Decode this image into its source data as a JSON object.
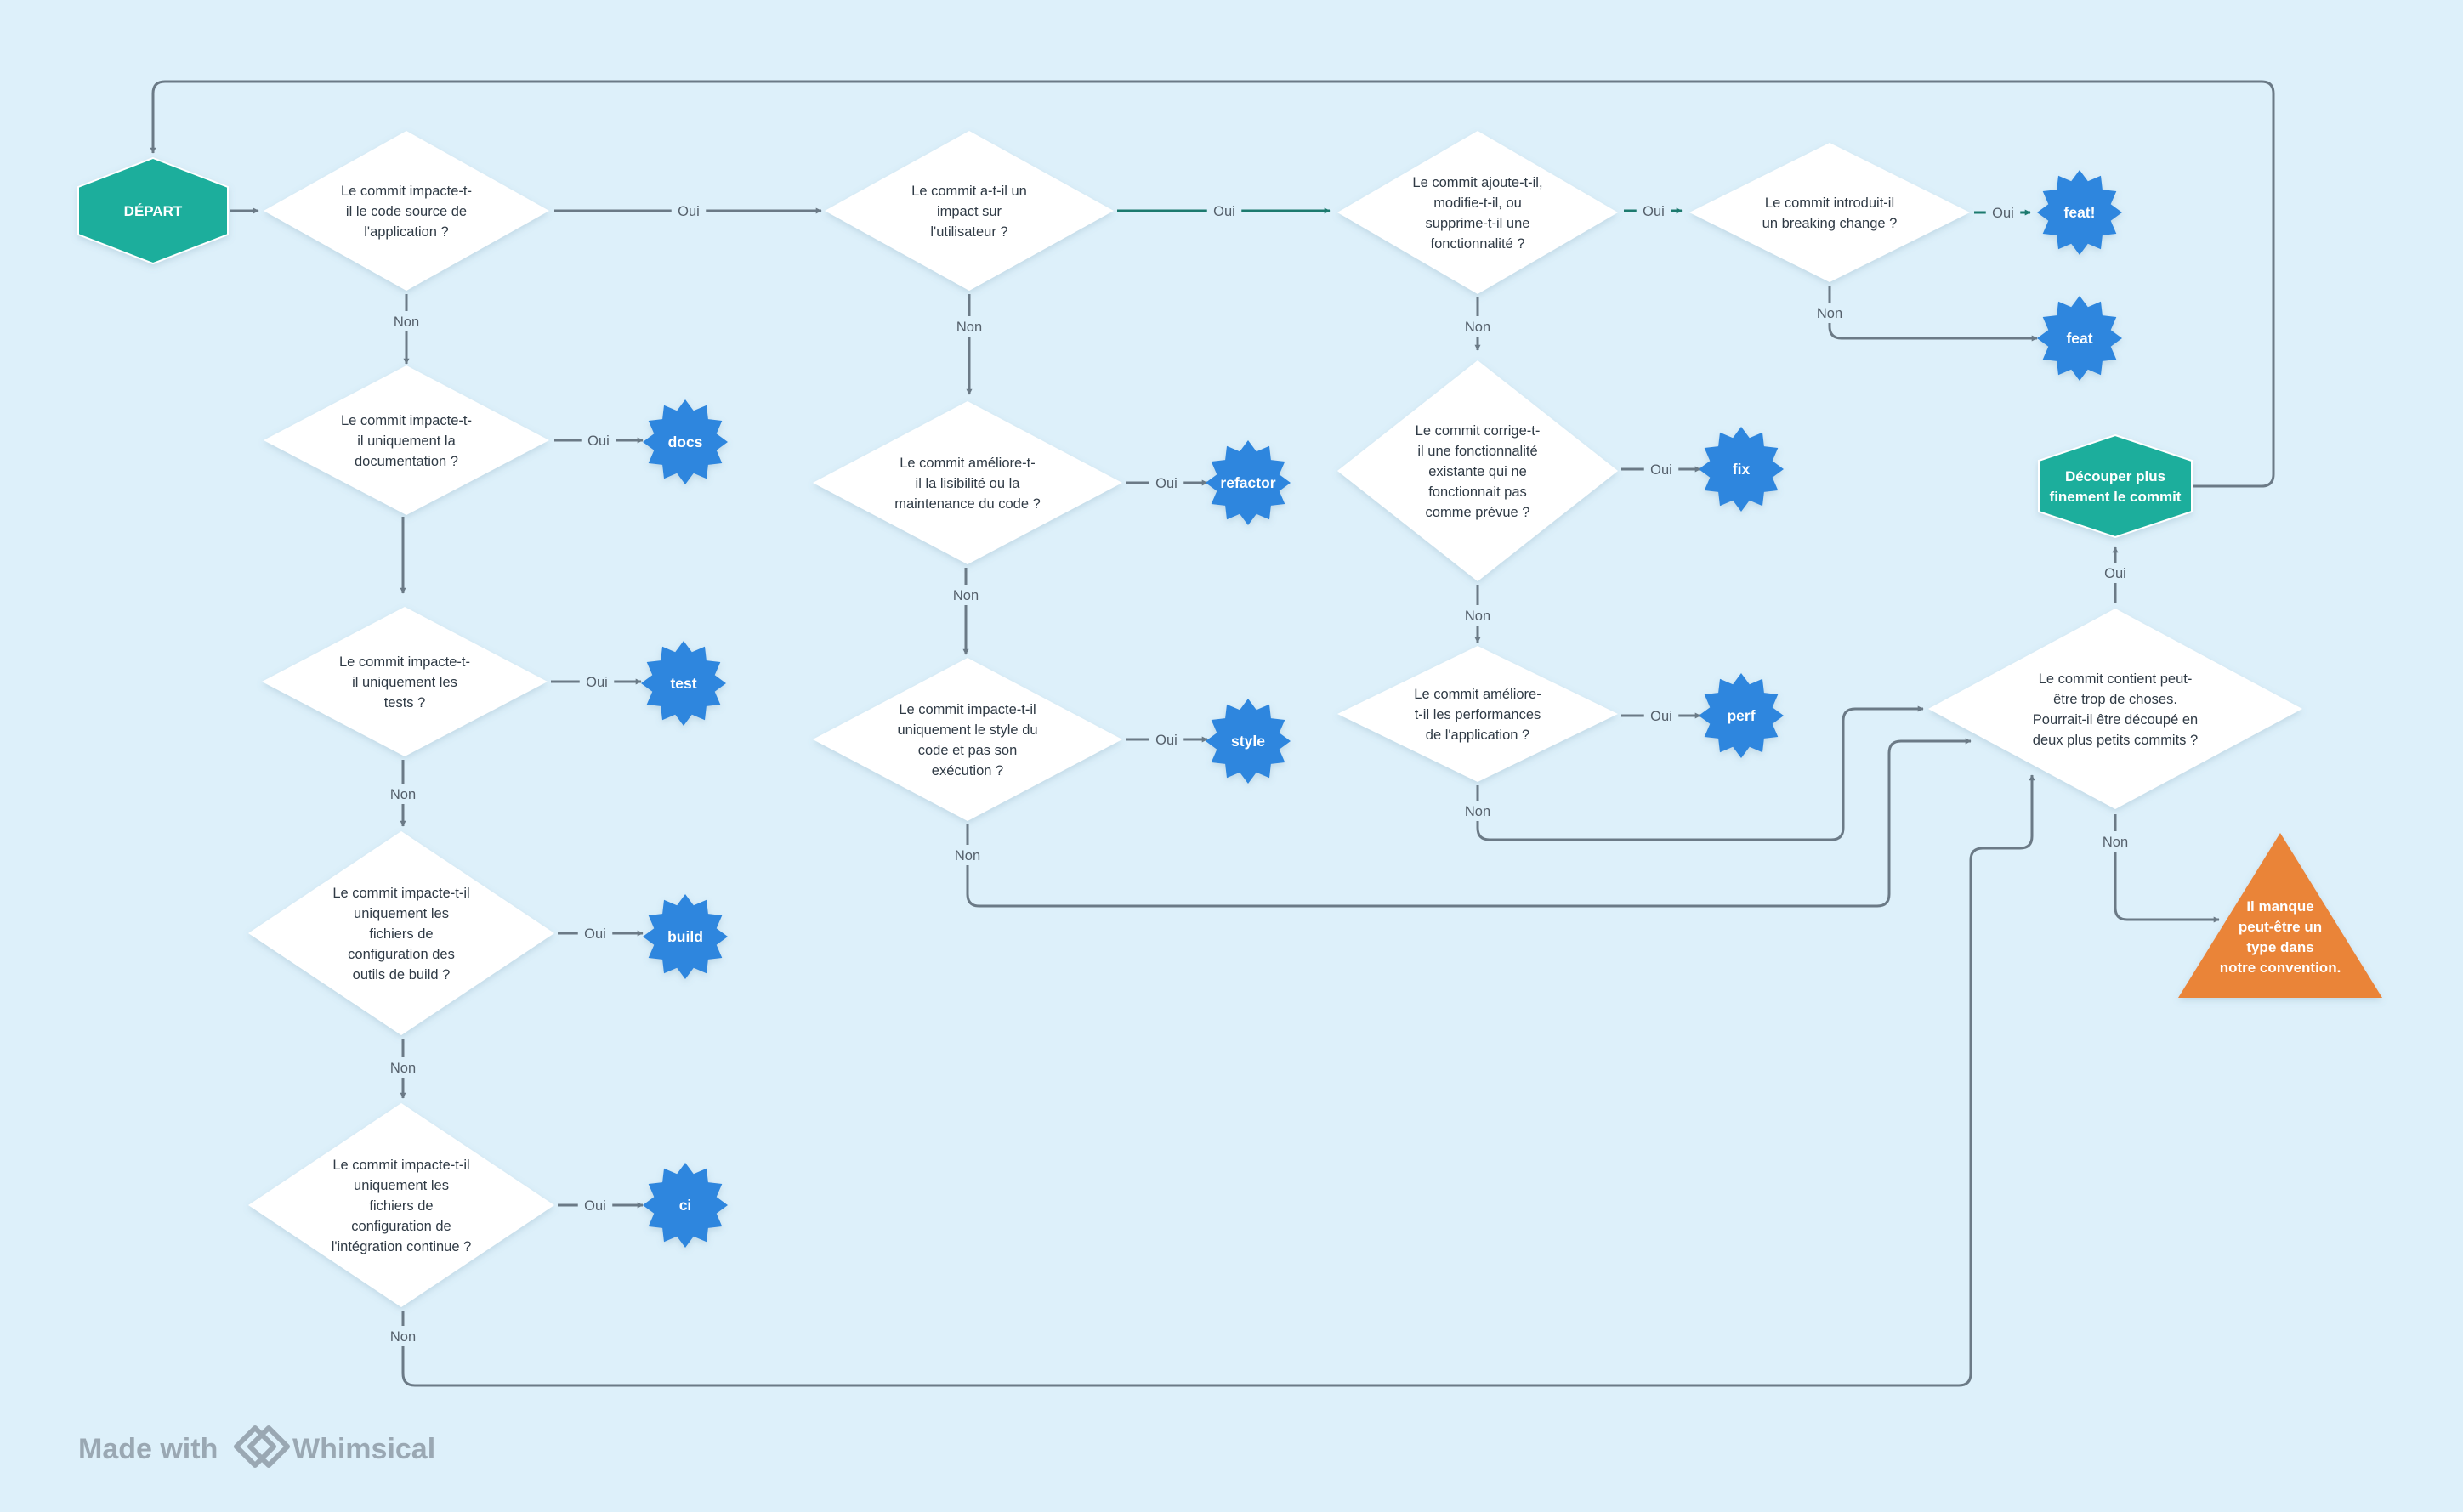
{
  "colors": {
    "background": "#ddf0fa",
    "connector": "#6b7a86",
    "connector_accent": "#1c7a6e",
    "decision_fill": "#ffffff",
    "start_fill": "#1fae9c",
    "badge_fill": "#2d86de",
    "warning_fill": "#ea8438"
  },
  "start": {
    "label": "DÉPART"
  },
  "split": {
    "lines": [
      "Découper plus",
      "finement le commit"
    ]
  },
  "warning": {
    "lines": [
      "Il manque",
      "peut-être un",
      "type dans",
      "notre convention."
    ]
  },
  "edge_labels": {
    "yes": "Oui",
    "no": "Non"
  },
  "questions": {
    "q_source": {
      "lines": [
        "Le commit impacte-t-",
        "il le code source de",
        "l'application ?"
      ]
    },
    "q_docs": {
      "lines": [
        "Le commit impacte-t-",
        "il uniquement la",
        "documentation ?"
      ]
    },
    "q_tests": {
      "lines": [
        "Le commit impacte-t-",
        "il uniquement les",
        "tests ?"
      ]
    },
    "q_build": {
      "lines": [
        "Le commit impacte-t-il",
        "uniquement les",
        "fichiers de",
        "configuration des",
        "outils de build ?"
      ]
    },
    "q_ci": {
      "lines": [
        "Le commit impacte-t-il",
        "uniquement les",
        "fichiers de",
        "configuration de",
        "l'intégration continue ?"
      ]
    },
    "q_user": {
      "lines": [
        "Le commit a-t-il un",
        "impact sur",
        "l'utilisateur ?"
      ]
    },
    "q_refactor": {
      "lines": [
        "Le commit améliore-t-",
        "il la lisibilité ou la",
        "maintenance du code ?"
      ]
    },
    "q_style": {
      "lines": [
        "Le commit impacte-t-il",
        "uniquement le style du",
        "code et pas son",
        "exécution ?"
      ]
    },
    "q_feat": {
      "lines": [
        "Le commit ajoute-t-il,",
        "modifie-t-il, ou",
        "supprime-t-il une",
        "fonctionnalité ?"
      ]
    },
    "q_fix": {
      "lines": [
        "Le commit corrige-t-",
        "il une fonctionnalité",
        "existante qui ne",
        "fonctionnait pas",
        "comme prévue ?"
      ]
    },
    "q_perf": {
      "lines": [
        "Le commit améliore-",
        "t-il les performances",
        "de l'application ?"
      ]
    },
    "q_breaking": {
      "lines": [
        "Le commit introduit-il",
        "un breaking change ?"
      ]
    },
    "q_split": {
      "lines": [
        "Le commit contient peut-",
        "être trop de choses.",
        "Pourrait-il être découpé en",
        "deux plus petits commits ?"
      ]
    }
  },
  "types": {
    "docs": "docs",
    "test": "test",
    "build": "build",
    "ci": "ci",
    "refactor": "refactor",
    "style": "style",
    "fix": "fix",
    "perf": "perf",
    "feat_breaking": "feat!",
    "feat": "feat"
  },
  "watermark": {
    "prefix": "Made with",
    "brand": "Whimsical"
  }
}
